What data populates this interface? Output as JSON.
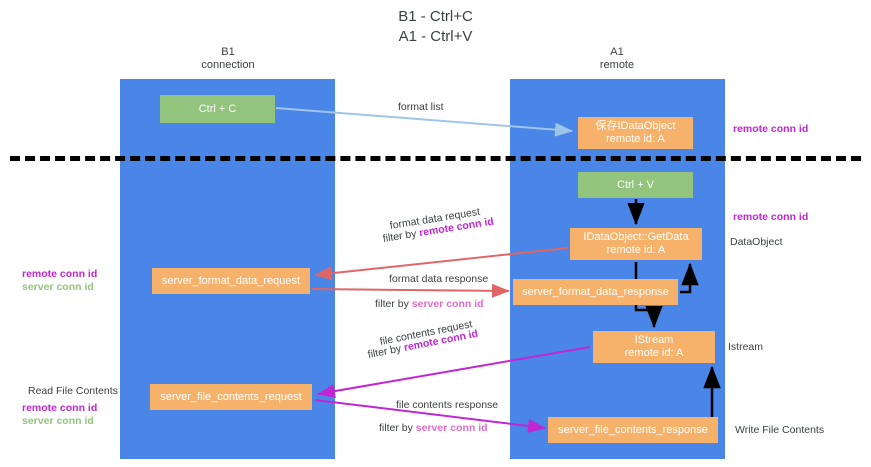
{
  "diagram": {
    "title_line1": "B1 - Ctrl+C",
    "title_line2": "A1 - Ctrl+V",
    "lanes": [
      {
        "name": "B1",
        "sub": "connection",
        "color": "#4a86e8"
      },
      {
        "name": "A1",
        "sub": "remote",
        "color": "#4a86e8"
      }
    ],
    "colors": {
      "lane": "#4a86e8",
      "green_node": "#93c47d",
      "orange_node": "#f6b26b",
      "purple_text": "#c026d3",
      "pink_text": "#e06cc8",
      "green_text": "#93c47d",
      "divider": "#000000",
      "arrow_blue": "#9fc5e8",
      "arrow_red": "#e06666",
      "arrow_purple": "#c026d3",
      "arrow_black": "#000000"
    },
    "nodes": {
      "ctrl_c": "Ctrl + C",
      "dataobject_line1": "保存IDataObject",
      "dataobject_line2": "remote id: A",
      "ctrl_v": "Ctrl + V",
      "getdata_line1": "IDataObject::GetData",
      "getdata_line2": "remote id: A",
      "server_format_data_request": "server_format_data_request",
      "server_format_data_response": "server_format_data_response",
      "istream_line1": "IStream",
      "istream_line2": "remote id: A",
      "server_file_contents_request": "server_file_contents_request",
      "server_file_contents_response": "server_file_contents_response"
    },
    "edge_labels": {
      "format_list": "format list",
      "format_data_request": "format data request",
      "filter_by": "filter by ",
      "remote_conn_id": "remote conn id",
      "format_data_response": "format data response",
      "server_conn_id": "server conn id",
      "file_contents_request": "file contents request",
      "file_contents_response": "file contents response"
    },
    "side_labels": {
      "right_remote_conn_id_1": "remote conn id",
      "right_remote_conn_id_2": "remote conn id",
      "right_dataobject": "DataObject",
      "right_istream": "Istream",
      "right_write_file_contents": "Write File Contents",
      "left_remote_conn_id": "remote conn id",
      "left_server_conn_id": "server conn id",
      "left_read_file_contents": "Read File Contents",
      "left_remote_conn_id_2": "remote conn id",
      "left_server_conn_id_2": "server conn id"
    }
  }
}
